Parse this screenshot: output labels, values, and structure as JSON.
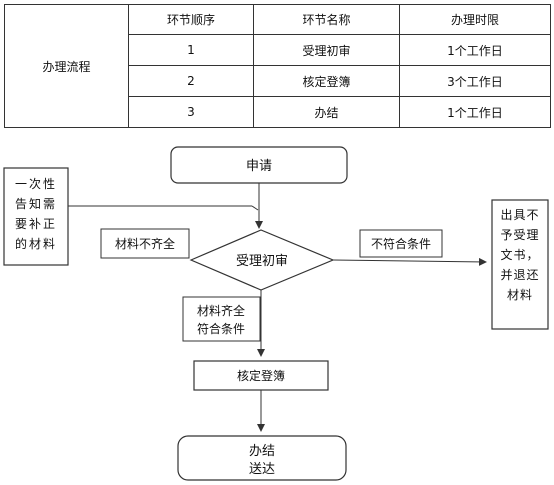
{
  "table": {
    "row_header": "办理流程",
    "columns": [
      "环节顺序",
      "环节名称",
      "办理时限"
    ],
    "rows": [
      {
        "order": "1",
        "name": "受理初审",
        "limit": "1个工作日"
      },
      {
        "order": "2",
        "name": "核定登簿",
        "limit": "3个工作日"
      },
      {
        "order": "3",
        "name": "办结",
        "limit": "1个工作日"
      }
    ]
  },
  "flow": {
    "apply": "申请",
    "left_box_lines": [
      "一次性",
      "告知需",
      "要补正",
      "的材料"
    ],
    "missing_label": "材料不齐全",
    "decision": "受理初审",
    "not_ok_label": "不符合条件",
    "right_box_lines": [
      "出具不",
      "予受理",
      "文书，",
      "并退还",
      "材料"
    ],
    "ok_label_lines": [
      "材料齐全",
      "符合条件"
    ],
    "register": "核定登簿",
    "finish_lines": [
      "办结",
      "送达"
    ]
  }
}
